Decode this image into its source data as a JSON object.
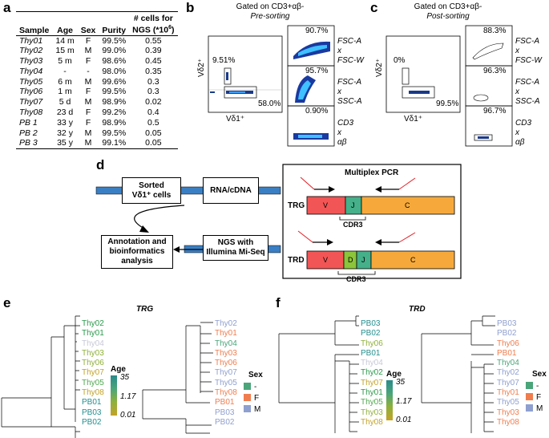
{
  "panels": {
    "a": "a",
    "b": "b",
    "c": "c",
    "d": "d",
    "e": "e",
    "f": "f"
  },
  "table": {
    "headers": [
      "Sample",
      "Age",
      "Sex",
      "Purity",
      "# cells for\nNGS (*10⁶)"
    ],
    "header_line1": "# cells for",
    "header_line2": "NGS (*10",
    "header_sup": "6",
    "header_close": ")",
    "rows": [
      [
        "Thy01",
        "14 m",
        "F",
        "99.5%",
        "0.55"
      ],
      [
        "Thy02",
        "15 m",
        "M",
        "99.0%",
        "0.39"
      ],
      [
        "Thy03",
        "5 m",
        "F",
        "98.6%",
        "0.45"
      ],
      [
        "Thy04",
        "-",
        "-",
        "98.0%",
        "0.35"
      ],
      [
        "Thy05",
        "6 m",
        "M",
        "99.6%",
        "0.3"
      ],
      [
        "Thy06",
        "1 m",
        "F",
        "99.5%",
        "0.3"
      ],
      [
        "Thy07",
        "5 d",
        "M",
        "98.9%",
        "0.02"
      ],
      [
        "Thy08",
        "23 d",
        "F",
        "99.2%",
        "0.4"
      ],
      [
        "PB 1",
        "33 y",
        "F",
        "98.9%",
        "0.5"
      ],
      [
        "PB 2",
        "32 y",
        "M",
        "99.5%",
        "0.05"
      ],
      [
        "PB 3",
        "35 y",
        "M",
        "99.1%",
        "0.05"
      ]
    ]
  },
  "b": {
    "title1": "Gated on CD3+αβ-",
    "title2": "Pre-sorting",
    "gate_upper": "9.51%",
    "gate_lower": "58.0%",
    "ylab": "Vδ2⁺",
    "xlab": "Vδ1⁺",
    "side": [
      {
        "pct": "90.7%",
        "l1": "FSC-A",
        "l2": "x",
        "l3": "FSC-W"
      },
      {
        "pct": "95.7%",
        "l1": "FSC-A",
        "l2": "x",
        "l3": "SSC-A"
      },
      {
        "pct": "0.90%",
        "l1": "CD3",
        "l2": "x",
        "l3": "αβ"
      }
    ]
  },
  "c": {
    "title1": "Gated on CD3+αβ-",
    "title2": "Post-sorting",
    "gate_upper": "0%",
    "gate_lower": "99.5%",
    "ylab": "Vδ2⁺",
    "xlab": "Vδ1⁺",
    "side": [
      {
        "pct": "88.3%",
        "l1": "FSC-A",
        "l2": "x",
        "l3": "FSC-W"
      },
      {
        "pct": "96.3%",
        "l1": "FSC-A",
        "l2": "x",
        "l3": "SSC-A"
      },
      {
        "pct": "96.7%",
        "l1": "CD3",
        "l2": "x",
        "l3": "αβ"
      }
    ]
  },
  "d": {
    "sorted": "Sorted\nVδ1⁺ cells",
    "sorted1": "Sorted",
    "sorted2": "Vδ1⁺ cells",
    "rna": "RNA/cDNA",
    "annot1": "Annotation and",
    "annot2": "bioinformatics",
    "annot3": "analysis",
    "ngs1": "NGS with",
    "ngs2": "Illumina Mi-Seq",
    "pcr": "Multiplex PCR",
    "trg": "TRG",
    "trd": "TRD",
    "v": "V",
    "j": "J",
    "d": "D",
    "c": "C",
    "cdr3": "CDR3"
  },
  "e": {
    "title": "TRG",
    "left_leaves": [
      "Thy02",
      "Thy01",
      "Thy04",
      "Thy03",
      "Thy06",
      "Thy07",
      "Thy05",
      "Thy08",
      "PB01",
      "PB03",
      "PB02"
    ],
    "left_colors": [
      "#2a9a4a",
      "#2a9a4a",
      "#c8c8d8",
      "#8fb03a",
      "#8fb03a",
      "#c4a227",
      "#50a850",
      "#c4a227",
      "#23908f",
      "#23908f",
      "#23908f"
    ],
    "right_leaves": [
      "Thy02",
      "Thy01",
      "Thy04",
      "Thy03",
      "Thy06",
      "Thy07",
      "Thy05",
      "Thy08",
      "PB01",
      "PB03",
      "PB02"
    ],
    "right_colors": [
      "#8f9fd0",
      "#f07d4e",
      "#4aa57a",
      "#f07d4e",
      "#f07d4e",
      "#8f9fd0",
      "#8f9fd0",
      "#f07d4e",
      "#f07d4e",
      "#8f9fd0",
      "#8f9fd0"
    ],
    "age_title": "Age",
    "age_ticks": [
      "35",
      "1.17",
      "0.01"
    ],
    "sex_title": "Sex",
    "sex_items": [
      "-",
      "F",
      "M"
    ],
    "sex_colors": [
      "#4aa57a",
      "#f07d4e",
      "#8f9fd0"
    ]
  },
  "f": {
    "title": "TRD",
    "left_leaves": [
      "PB03",
      "PB02",
      "Thy06",
      "PB01",
      "Thy04",
      "Thy02",
      "Thy07",
      "Thy01",
      "Thy05",
      "Thy03",
      "Thy08"
    ],
    "left_colors": [
      "#23908f",
      "#23908f",
      "#8fb03a",
      "#23908f",
      "#c8c8d8",
      "#2a9a4a",
      "#c4a227",
      "#2a9a4a",
      "#50a850",
      "#8fb03a",
      "#c4a227"
    ],
    "right_leaves": [
      "PB03",
      "PB02",
      "Thy06",
      "PB01",
      "Thy04",
      "Thy02",
      "Thy07",
      "Thy01",
      "Thy05",
      "Thy03",
      "Thy08"
    ],
    "right_colors": [
      "#8f9fd0",
      "#8f9fd0",
      "#f07d4e",
      "#f07d4e",
      "#4aa57a",
      "#8f9fd0",
      "#8f9fd0",
      "#f07d4e",
      "#8f9fd0",
      "#f07d4e",
      "#f07d4e"
    ],
    "age_title": "Age",
    "age_ticks": [
      "35",
      "1.17",
      "0.01"
    ],
    "sex_title": "Sex",
    "sex_items": [
      "-",
      "F",
      "M"
    ],
    "sex_colors": [
      "#4aa57a",
      "#f07d4e",
      "#8f9fd0"
    ]
  }
}
